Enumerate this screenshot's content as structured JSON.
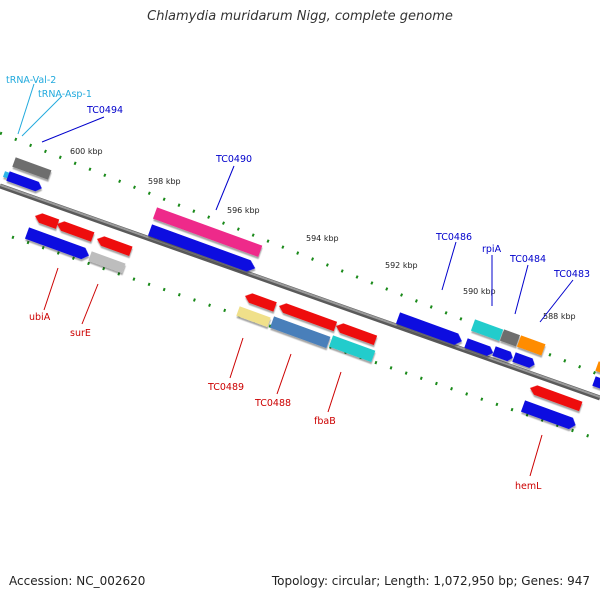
{
  "title": "Chlamydia muridarum Nigg, complete genome",
  "footer": {
    "accession": "Accession: NC_002620",
    "stats": "Topology: circular; Length: 1,072,950 bp; Genes: 947"
  },
  "colors": {
    "backbone": "#7a7a7a",
    "tick": "#1a8a1a",
    "label_gene": "#cc0000",
    "label_gene_top": "#0000cc",
    "label_trna": "#22aadd",
    "blue": "#1010e0",
    "red": "#ee1111",
    "gray": "#6e6e6e",
    "magenta": "#ee2a8a",
    "cyan": "#22cccc",
    "orange": "#ff8c00",
    "steel": "#4a7fba",
    "khaki": "#f0e08a"
  },
  "kbp_labels": [
    "600 kbp",
    "598 kbp",
    "596 kbp",
    "594 kbp",
    "592 kbp",
    "590 kbp",
    "588 kbp"
  ],
  "gene_labels": {
    "trna_val": "tRNA-Val-2",
    "trna_asp": "tRNA-Asp-1",
    "tc0494": "TC0494",
    "tc0490": "TC0490",
    "tc0486": "TC0486",
    "rpia": "rpiA",
    "tc0484": "TC0484",
    "tc0483": "TC0483",
    "ubia": "ubiA",
    "sure": "surE",
    "tc0489": "TC0489",
    "tc0488": "TC0488",
    "fbab": "fbaB",
    "heml": "hemL"
  }
}
